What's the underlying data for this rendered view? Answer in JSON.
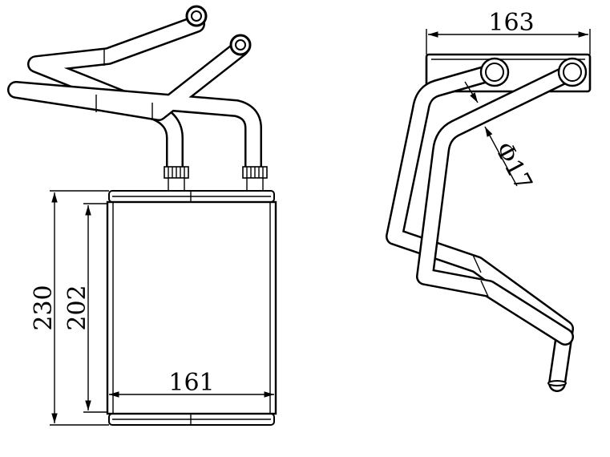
{
  "dimensions": {
    "overall_height": "230",
    "core_height": "202",
    "core_width": "161",
    "side_width": "163",
    "pipe_diameter": "Φ17"
  }
}
